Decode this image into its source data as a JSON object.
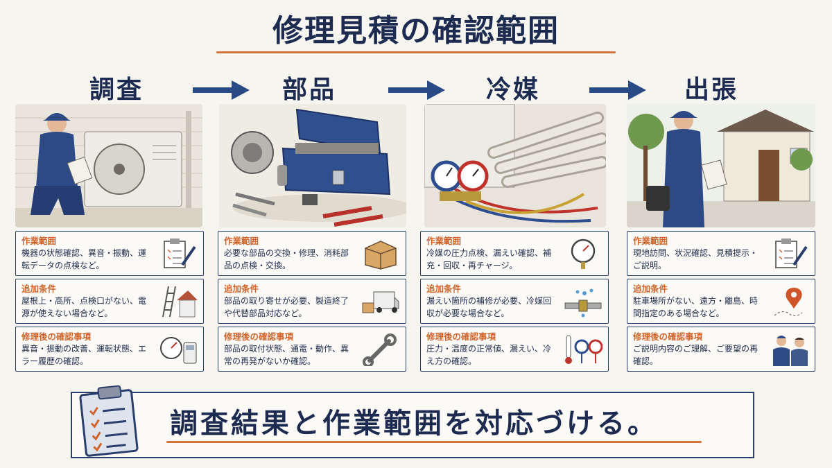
{
  "title": "修理見積の確認範囲",
  "steps": [
    {
      "title": "調査",
      "cards": [
        {
          "head": "作業範囲",
          "body": "機器の状態確認、異音・振動、運転データの点検など。",
          "icon": "clipboard-pen-icon"
        },
        {
          "head": "追加条件",
          "body": "屋根上・高所、点検口がない、電源が使えない場合など。",
          "icon": "ladder-roof-icon"
        },
        {
          "head": "修理後の確認事項",
          "body": "異音・振動の改善、運転状態、エラー履歴の確認。",
          "icon": "gauge-remote-icon"
        }
      ]
    },
    {
      "title": "部品",
      "cards": [
        {
          "head": "作業範囲",
          "body": "必要な部品の交換・修理、消耗部品の点検・交換。",
          "icon": "box-icon"
        },
        {
          "head": "追加条件",
          "body": "部品の取り寄せが必要、製造終了や代替部品対応など。",
          "icon": "delivery-truck-icon"
        },
        {
          "head": "修理後の確認事項",
          "body": "部品の取付状態、通電・動作、異常の再発がないか確認。",
          "icon": "wrench-icon"
        }
      ]
    },
    {
      "title": "冷媒",
      "cards": [
        {
          "head": "作業範囲",
          "body": "冷媒の圧力点検、漏えい確認、補充・回収・再チャージ。",
          "icon": "pressure-gauge-icon"
        },
        {
          "head": "追加条件",
          "body": "漏えい箇所の補修が必要、冷媒回収が必要な場合など。",
          "icon": "leaking-pipe-icon"
        },
        {
          "head": "修理後の確認事項",
          "body": "圧力・温度の正常値、漏えい、冷え方の確認。",
          "icon": "thermometer-gauges-icon"
        }
      ]
    },
    {
      "title": "出張",
      "cards": [
        {
          "head": "作業範囲",
          "body": "現地訪問、状況確認、見積提示・ご説明。",
          "icon": "clipboard-pen-icon"
        },
        {
          "head": "追加条件",
          "body": "駐車場所がない、遠方・離島、時間指定のある場合など。",
          "icon": "map-pin-icon"
        },
        {
          "head": "修理後の確認事項",
          "body": "ご説明内容のご理解、ご要望の再確認。",
          "icon": "conversation-icon"
        }
      ]
    }
  ],
  "conclusion": "調査結果と作業範囲を対応づける。",
  "colors": {
    "navy": "#1d2b50",
    "accent": "#d0642a",
    "arrow": "#2a4a85"
  }
}
